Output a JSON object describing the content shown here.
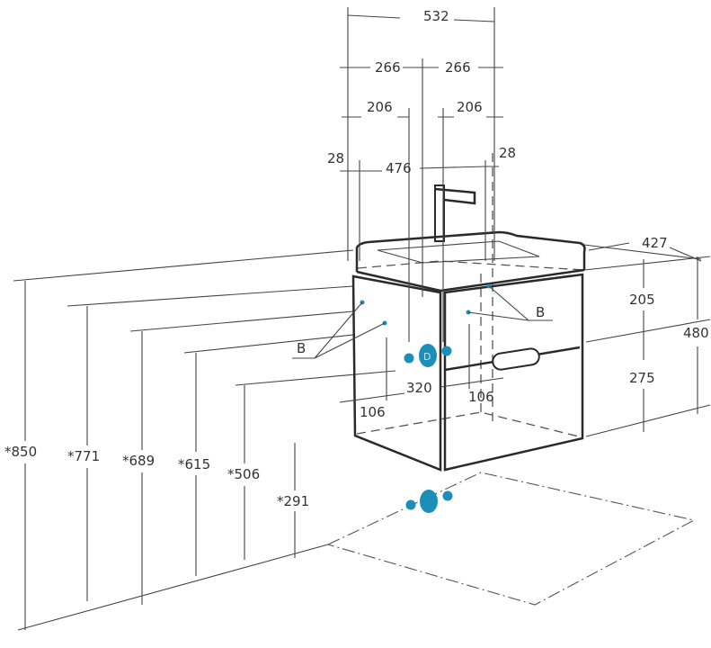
{
  "dimensions": {
    "top": {
      "overall_width": "532",
      "half_left": "266",
      "half_right": "266",
      "offset_left": "206",
      "offset_right": "206",
      "edge_left": "28",
      "inner_width": "476",
      "edge_right": "28"
    },
    "right": {
      "depth": "427",
      "upper_drawer": "205",
      "lower_drawer": "275",
      "total_height": "480"
    },
    "center": {
      "connection_width": "320",
      "side_left": "106",
      "side_right": "106"
    },
    "left_heights": [
      "*850",
      "*771",
      "*689",
      "*615",
      "*506",
      "*291"
    ]
  },
  "markers": {
    "b_left": "B",
    "b_right": "B",
    "d_label": "D"
  },
  "colors": {
    "connection_points": "#1b8fb8",
    "lines": "#2a2a2a"
  }
}
